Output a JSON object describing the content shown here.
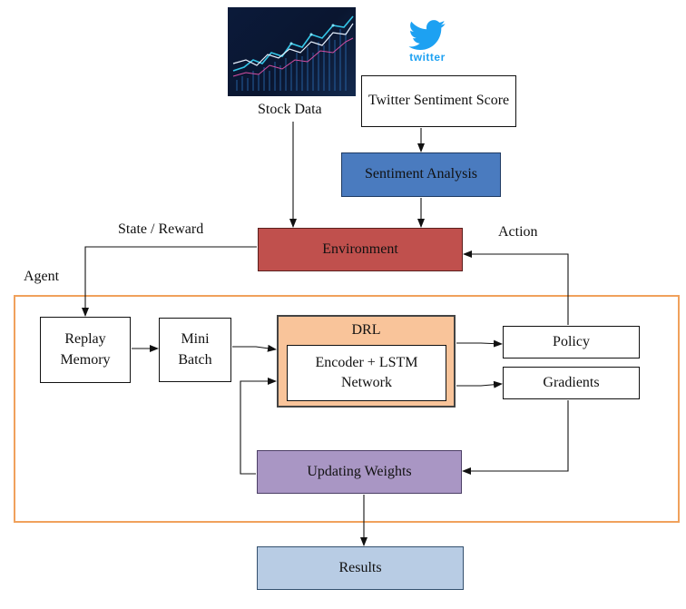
{
  "stock": {
    "label": "Stock Data"
  },
  "twitter": {
    "logo_text": "twitter",
    "logo_color": "#1da1f2"
  },
  "boxes": {
    "twitter_sentiment": "Twitter Sentiment Score",
    "sentiment_analysis": "Sentiment Analysis",
    "environment": "Environment",
    "replay_memory": "Replay Memory",
    "mini_batch": "Mini Batch",
    "drl": "DRL",
    "encoder_lstm": "Encoder + LSTM Network",
    "policy": "Policy",
    "gradients": "Gradients",
    "updating_weights": "Updating Weights",
    "results": "Results"
  },
  "labels": {
    "state_reward": "State / Reward",
    "action": "Action",
    "agent": "Agent"
  },
  "colors": {
    "sentiment_analysis": "#4a7bbf",
    "environment": "#c0504d",
    "drl": "#f9c49a",
    "drl_border": "#e0892b",
    "updating_weights": "#a996c4",
    "results": "#b8cce4",
    "agent_border": "#f0a15c"
  }
}
